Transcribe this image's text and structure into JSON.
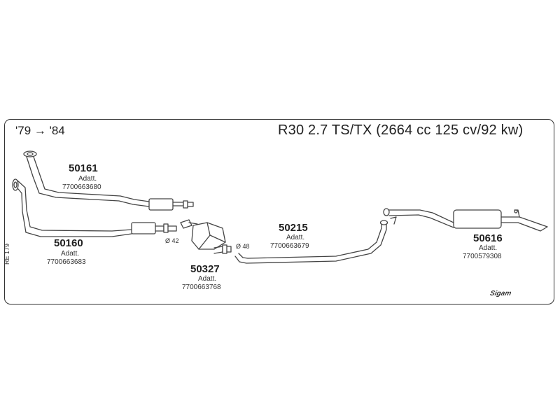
{
  "header": {
    "years": "'79 → '84",
    "title": "R30 2.7 TS/TX (2664 cc 125 cv/92 kw)"
  },
  "side_code": "RE 179",
  "brand": "Sigam",
  "parts": [
    {
      "number": "50161",
      "adatt": "Adatt.",
      "ref": "7700663680"
    },
    {
      "number": "50160",
      "adatt": "Adatt.",
      "ref": "7700663683"
    },
    {
      "number": "50327",
      "adatt": "Adatt.",
      "ref": "7700663768"
    },
    {
      "number": "50215",
      "adatt": "Adatt.",
      "ref": "7700663679"
    },
    {
      "number": "50616",
      "adatt": "Adatt.",
      "ref": "7700579308"
    }
  ],
  "diameters": [
    "Ø 42",
    "Ø 48"
  ]
}
